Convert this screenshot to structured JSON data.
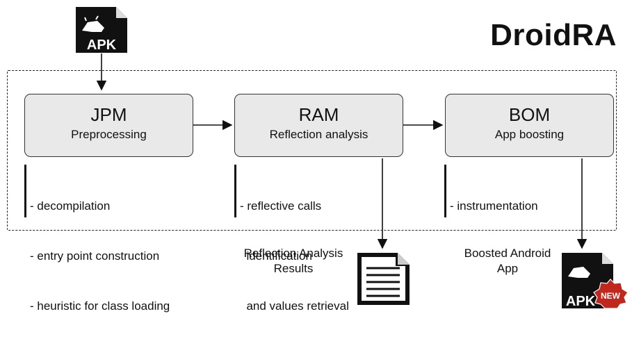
{
  "title": "DroidRA",
  "modules": [
    {
      "name": "JPM",
      "desc": "Preprocessing",
      "notes": [
        "- decompilation",
        "- entry point construction",
        "- heuristic for class loading"
      ]
    },
    {
      "name": "RAM",
      "desc": "Reflection analysis",
      "notes": [
        "- reflective calls",
        "  identification",
        "  and values retrieval"
      ]
    },
    {
      "name": "BOM",
      "desc": "App boosting",
      "notes": [
        "- instrumentation"
      ]
    }
  ],
  "inputs": {
    "apk_icon_text": "APK"
  },
  "outputs": {
    "reflection_results": [
      "Reflection Analysis",
      "Results"
    ],
    "boosted_app": [
      "Boosted Android",
      "App"
    ],
    "boosted_icon_text": "APK",
    "new_badge": "NEW"
  },
  "colors": {
    "module_fill": "#e9e9e9",
    "line": "#111111",
    "badge": "#c0281e"
  }
}
